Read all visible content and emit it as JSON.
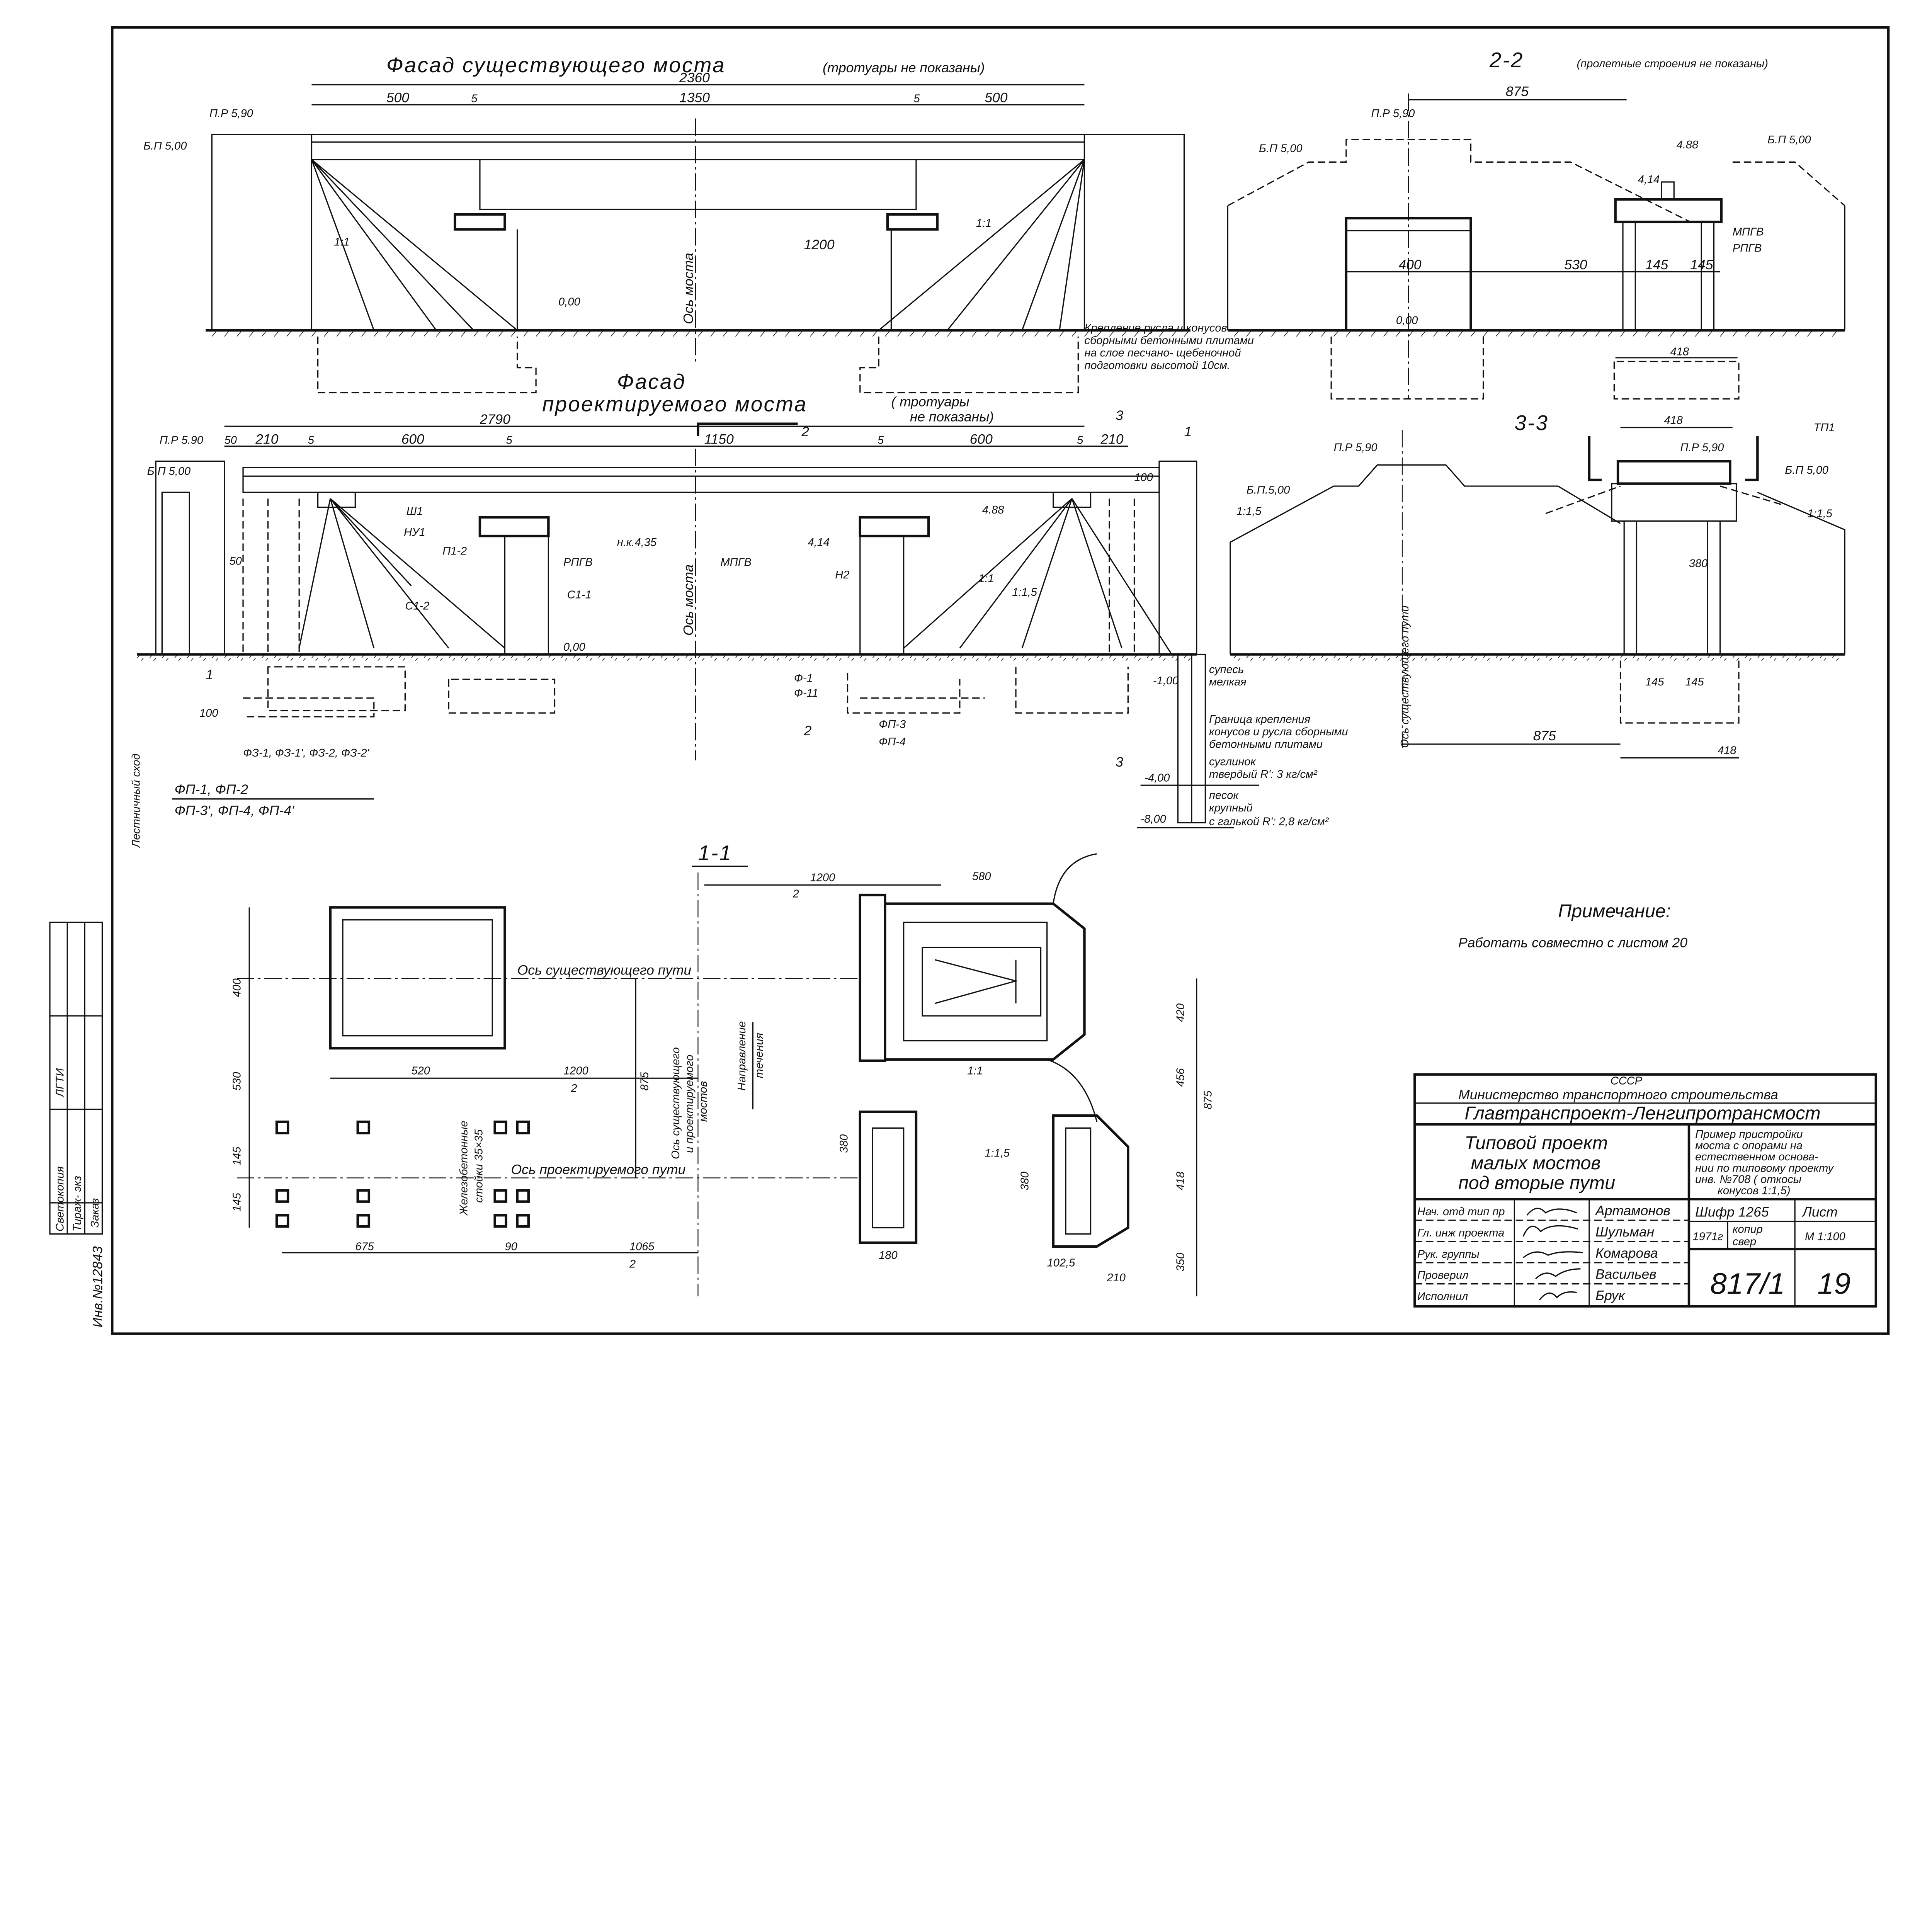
{
  "existing_facade": {
    "title": "Фасад существующего моста",
    "subtitle": "(тротуары не показаны)",
    "dims": {
      "total": "2360",
      "left": "500",
      "mid": "1350",
      "right": "500",
      "gap_l": "5",
      "gap_r": "5",
      "span": "1200"
    },
    "pr": "П.Р 5,90",
    "bp": "Б.П 5,00",
    "zero": "0,00",
    "slope_l": "1:1",
    "slope_r": "1:1",
    "axis": "Ось моста"
  },
  "section_2_2": {
    "title": "2-2",
    "subtitle": "(пролетные строения не показаны)",
    "dims": {
      "total": "875",
      "w400": "400",
      "w530": "530",
      "w145a": "145",
      "w145b": "145",
      "w418": "418"
    },
    "pr": "П.Р 5,90",
    "bp_l": "Б.П 5,00",
    "bp_r": "Б.П 5,00",
    "e488": "4.88",
    "e414": "4,14",
    "mpgv": "МПГВ",
    "rpgv": "РПГВ",
    "zero": "0,00"
  },
  "note_strengthening": {
    "line1": "Крепление русла и конусов",
    "line2": "сборными бетонными плитами",
    "line3": "на слое песчано- щебеночной",
    "line4": "подготовки высотой 10см."
  },
  "designed_facade": {
    "title1": "Фасад",
    "title2": "проектируемого моста",
    "subtitle1": "( тротуары",
    "subtitle2": "не показаны)",
    "dims": {
      "total": "2790",
      "d50": "50",
      "d210l": "210",
      "d5a": "5",
      "d600l": "600",
      "d5b": "5",
      "d1150": "1150",
      "d5c": "5",
      "d600r": "600",
      "d5d": "5",
      "d210r": "210",
      "d100": "100",
      "d50b": "50",
      "d100b": "100"
    },
    "cut_2": "2",
    "cut_3": "3",
    "cut_1": "1",
    "cut_2b": "2",
    "cut_3b": "3",
    "cut_1b": "1",
    "pr": "П.Р 5.90",
    "bp": "Б.П 5,00",
    "labels": {
      "sh1": "Ш1",
      "nu1": "НУ1",
      "p12": "П1-2",
      "rpgv": "РПГВ",
      "c11": "С1-1",
      "c12": "С1-2",
      "nk": "н.к.4,35",
      "mpgv": "МПГВ",
      "e414": "4,14",
      "n2": "Н2",
      "e488": "4.88",
      "s11": "1:1",
      "s115": "1:1,5",
      "zero": "0,00",
      "m100": "-1,00",
      "f1": "Ф-1",
      "f11": "Ф-11",
      "fp3": "ФП-3",
      "fp4": "ФП-4"
    },
    "axis": "Ось моста",
    "fz": "ФЗ-1, ФЗ-1', ФЗ-2, ФЗ-2'",
    "fp_a": "ФП-1, ФП-2",
    "fp_b": "ФП-3', ФП-4, ФП-4'",
    "stairs": "Лестничный сход"
  },
  "soil": {
    "sand_loam": "супесь",
    "sand_loam2": "мелкая",
    "border1": "Граница крепления",
    "border2": "конусов и русла сборными",
    "border3": "бетонными плитами",
    "loam1": "суглинок",
    "loam2": "твердый R': 3 кг/см²",
    "e4": "-4,00",
    "sand1": "песок",
    "sand2": "крупный",
    "sand3": "с галькой R': 2,8 кг/см²",
    "e8": "-8,00"
  },
  "section_3_3": {
    "title": "3-3",
    "d418": "418",
    "pr_l": "П.Р 5,90",
    "pr_r": "П.Р 5,90",
    "tp1": "ТП1",
    "bp_l": "Б.П.5,00",
    "bp_r": "Б.П 5,00",
    "slope_l": "1:1,5",
    "slope_r": "1:1,5",
    "d380": "380",
    "d145a": "145",
    "d145b": "145",
    "d875": "875",
    "d418b": "418",
    "axis": "Ось существующего пути"
  },
  "section_1_1": {
    "title": "1-1",
    "d1200": "1200",
    "d2": "2",
    "d580": "580",
    "d400": "400",
    "d530": "530",
    "d145a": "145",
    "d145b": "145",
    "d520": "520",
    "d1200b": "1200",
    "d2b": "2",
    "d875": "875",
    "d420": "420",
    "d456": "456",
    "d875b": "875",
    "d418": "418",
    "d350": "350",
    "d380a": "380",
    "d380b": "380",
    "d675": "675",
    "d90": "90",
    "d1065": "1065",
    "d2c": "2",
    "d180": "180",
    "d1025": "102,5",
    "d210": "210",
    "s11": "1:1",
    "s115": "1:1,5",
    "axis_existing": "Ось существующего пути",
    "axis_designed": "Ось проектируемого пути",
    "axis_bridges1": "Ось существующего",
    "axis_bridges2": "и проектируемого",
    "axis_bridges3": "мостов",
    "flow1": "Направление",
    "flow2": "течения",
    "posts1": "Железобетонные",
    "posts2": "стойки 35×35"
  },
  "note": {
    "title": "Примечание:",
    "text": "Работать совместно с листом 20"
  },
  "title_block": {
    "country": "СССР",
    "ministry": "Министерство транспортного строительства",
    "org": "Главтранспроект-Ленгипротрансмост",
    "project1": "Типовой проект",
    "project2": "малых мостов",
    "project3": "под вторые пути",
    "desc": [
      "Пример пристройки",
      "моста с опорами на",
      "естественном основа-",
      "нии по типовому проекту",
      "инв. №708 ( откосы",
      "конусов 1:1,5)"
    ],
    "roles": [
      "Нач. отд тип пр",
      "Гл. инж проекта",
      "Рук. группы",
      "Проверил",
      "Исполнил"
    ],
    "names": [
      "Артамонов",
      "Шульман",
      "Комарова",
      "Васильев",
      "Брук"
    ],
    "cipher": "Шифр 1265",
    "sheet_label": "Лист",
    "year": "1971г",
    "copied": "копир",
    "checked": "свер",
    "scale": "М 1:100",
    "number": "817/1",
    "sheet": "19"
  },
  "side_stamp": {
    "c1": "Светокопия",
    "c2": "ЛГТИ",
    "c3": "Тираж- экз",
    "c4": "Заказ",
    "inv": "Инв.№12843"
  }
}
